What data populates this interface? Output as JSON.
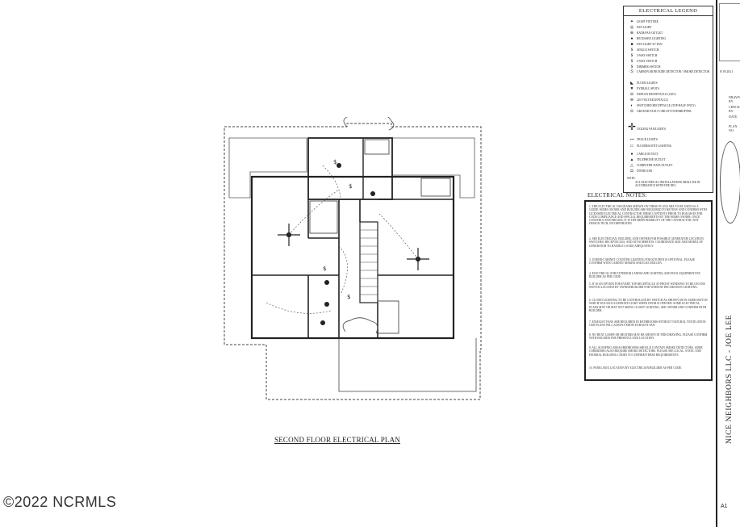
{
  "plan": {
    "title": "SECOND FLOOR ELECTRICAL PLAN"
  },
  "watermark": "©2022 NCRMLS",
  "legend": {
    "title": "ELECTRICAL LEGEND",
    "items": [
      {
        "icon": "ceiling-light-icon",
        "label": "LIGHT FIXTURE"
      },
      {
        "icon": "fan-light-icon",
        "label": "FAN LIGHT"
      },
      {
        "icon": "bath-fan-icon",
        "label": "BATH/FAN OUTLET"
      },
      {
        "icon": "recessed-light-icon",
        "label": "RECESSED LIGHTING"
      },
      {
        "icon": "fan-light-icon",
        "label": "FAN LIGHT W/ FAN"
      },
      {
        "icon": "switch-icon",
        "label": "SINGLE SWITCH"
      },
      {
        "icon": "switch-icon",
        "label": "3-WAY SWITCH"
      },
      {
        "icon": "switch-icon",
        "label": "4-WAY SWITCH"
      },
      {
        "icon": "switch-icon",
        "label": "DIMMER SWITCH"
      },
      {
        "icon": "detector-icon",
        "label": "CARBON MONOXIDE DETECTOR / SMOKE DETECTOR"
      },
      {
        "icon": "flood-light-icon",
        "label": "FLOOD LIGHTS"
      },
      {
        "icon": "eyeball-icon",
        "label": "EYEBALL SPOTS"
      },
      {
        "icon": "outlet-icon",
        "label": "DUPLEX RECEPTACLE (120V)"
      },
      {
        "icon": "outlet-icon",
        "label": "220 VOLT RECEPTACLE"
      },
      {
        "icon": "outlet-icon",
        "label": "SWITCHED RECEPTACLE (TOP HALF ONLY)"
      },
      {
        "icon": "gfci-icon",
        "label": "GROUND FAULT CIRCUIT INTERRUPTER"
      },
      {
        "icon": "ceiling-fan-icon",
        "label": "CEILING FAN/LIGHTS"
      },
      {
        "icon": "track-light-icon",
        "label": "TRACK LIGHTS"
      },
      {
        "icon": "fluorescent-icon",
        "label": "FLUORESCENT LIGHTING"
      },
      {
        "icon": "cable-icon",
        "label": "CABLE OUTLET"
      },
      {
        "icon": "phone-icon",
        "label": "TELEPHONE OUTLET"
      },
      {
        "icon": "computer-icon",
        "label": "COMPUTER DATA OUTLET"
      },
      {
        "icon": "intercom-icon",
        "label": "INTERCOM"
      }
    ],
    "note_label": "NOTE:",
    "note": "ALL ELECTRICAL INSTALLATIONS SHALL BE IN ACCORDANCE WITH THE NEC."
  },
  "notes": {
    "heading": "ELECTRICAL NOTES:",
    "items": [
      "1. THE ELECTRICAL DIAGRAMS SHOWN ON THESE PLANS ARE TO BE USED AS A GUIDE. HOME OWNER AND BUILDER ARE REQUIRED TO REVIEW AND CONFIRM WITH LICENSED ELECTRICAL CONTRACTOR THESE CONTENTS PRIOR TO ROUGH-IN FOR CODE COMPLIANCE AND SPECIAL REQUIREMENTS BY THE HOME OWNER. ONCE CONSTRUCTION BEGINS, IT IS THE RESPONSIBILITY OF THE CONTRACTOR, NOT DESIGN TECH, INCORPORATED.",
      "2. SEE ELECTRICIAN, BUILDER, AND OWNER FOR POSSIBLE GENERATOR LOCATION, SWITCHES, RECEPTACLES, AND ATTACHMENTS. COORDINATE SIZE AND MODEL OF GENERATOR TO HANDLE LOADS ADEQUATELY.",
      "3. UNDER-CABINET COUNTER LIGHTING FOR KITCHEN IS OPTIONAL. PLEASE CONFIRM WITH CABINET MAKER AND ELECTRICIAN.",
      "4. ELECTRICAL FOR EXTERIOR LANDSCAPE LIGHTING AND POOL EQUIPMENT BY BUILDER AS PER CODE.",
      "5. IT IS AN OPTION FOR EVERY TOP RECEPTACLE AT FRONT WINDOWS TO BE ON ONE SWITCH LOCATED BY OWNER/BUILDER FOR WINDOW DECORATION LIGHTING.",
      "6. CLOSET LIGHTING TO BE CONTROLLED BY SWITCH AS SHOWN OR IN JAMB SWITCH WHICH WOULD ILLUMINATE LIGHT WHEN DOOR IS OPENED. SOME ELECTRICAL PLANS MAY OR MAY NOT SHOW CLOSET LIGHTING. SEE OWNER AND CONFIRM WITH BUILDER.",
      "7. EXHAUST FANS ARE REQUIRED IN BATHROOMS WITHOUT NATURAL VENTILATION. OUR PLANS WILL ALWAYS SHOW EXHAUST FAN.",
      "8. NO HEAT LAMPS OR HEATERS MAY BE SHOWN IN THIS DRAWING. PLEASE CONFIRM WITH BUILDER FOR PRESENCE AND LOCATION.",
      "9. ALL SLEEPING AREAS/BEDROOMS SHOULD CONTAIN SMOKE DETECTORS. SOME CORRIDORS ALSO REQUIRE SMOKE DETECTORS. PLEASE SEE LOCAL, STATE, AND FEDERAL BUILDING CODES TO CONFIRM THESE REQUIREMENTS.",
      "10. PANEL BOX LOCATION BY ELECTRICIAN/BUILDER AS PER CODE."
    ]
  },
  "title_block": {
    "company": "NICE NEIGHBORS LLC - JOE LEE",
    "date": "8/19/2021",
    "drawn_label": "DRAWN BY:",
    "checked_label": "CHECKED BY:",
    "date_label": "DATE:",
    "plan_label": "PLAN NO:",
    "sheet": "A1"
  }
}
